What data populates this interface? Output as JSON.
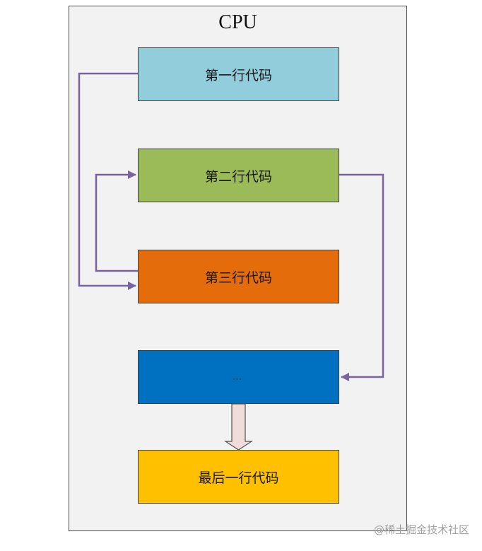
{
  "title": "CPU",
  "boxes": [
    {
      "label": "第一行代码",
      "color": "#92cddc"
    },
    {
      "label": "第二行代码",
      "color": "#9bbb59"
    },
    {
      "label": "第三行代码",
      "color": "#e46c0a"
    },
    {
      "label": "…",
      "color": "#0070c0"
    },
    {
      "label": "最后一行代码",
      "color": "#ffc000"
    }
  ],
  "colors": {
    "frame_background": "#f2f2f2",
    "connector": "#7764a0",
    "down_arrow_fill": "#f2dcdb"
  },
  "watermark": "@稀土掘金技术社区"
}
